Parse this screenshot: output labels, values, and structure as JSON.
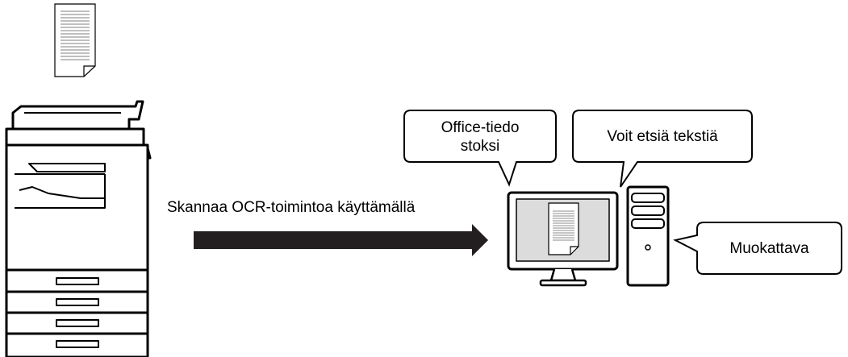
{
  "arrow_label": "Skannaa OCR-toimintoa käyttämällä",
  "bubbles": {
    "office_line1": "Office-tiedo",
    "office_line2": "stoksi",
    "search": "Voit etsiä tekstiä",
    "editable": "Muokattava"
  },
  "icons": {
    "original": "document-icon",
    "device": "multifunction-printer-icon",
    "computer": "desktop-computer-icon"
  }
}
